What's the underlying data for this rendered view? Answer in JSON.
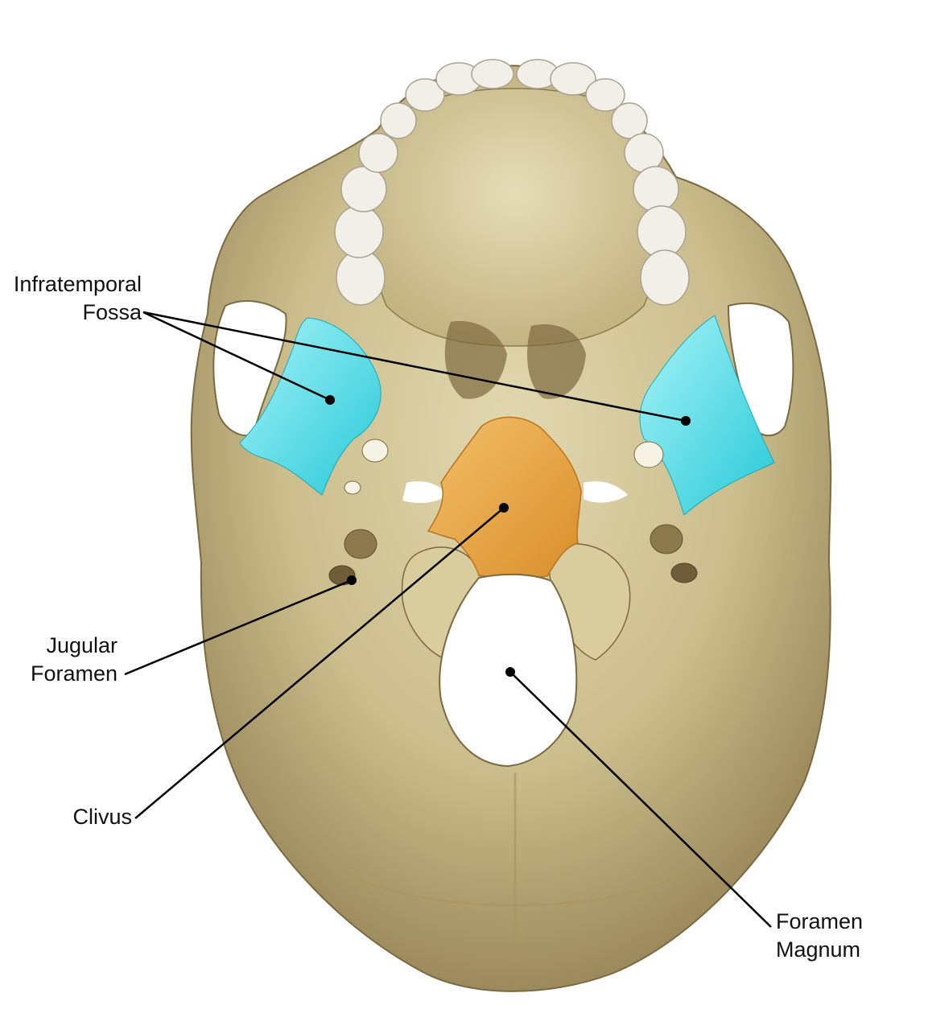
{
  "colors": {
    "background": "#ffffff",
    "bone": "#cbbd8c",
    "bone_light": "#e3d9b3",
    "bone_dark": "#8f7d52",
    "teeth": "#f1efe8",
    "infratemporal_highlight": "#3fd9e6",
    "clivus_highlight": "#eba33c",
    "leader_line": "#000000"
  },
  "labels": {
    "infratemporal": {
      "line1": "Infratemporal",
      "line2": "Fossa"
    },
    "jugular": {
      "line1": "Jugular",
      "line2": "Foramen"
    },
    "clivus": {
      "line1": "Clivus"
    },
    "magnum": {
      "line1": "Foramen",
      "line2": "Magnum"
    }
  }
}
